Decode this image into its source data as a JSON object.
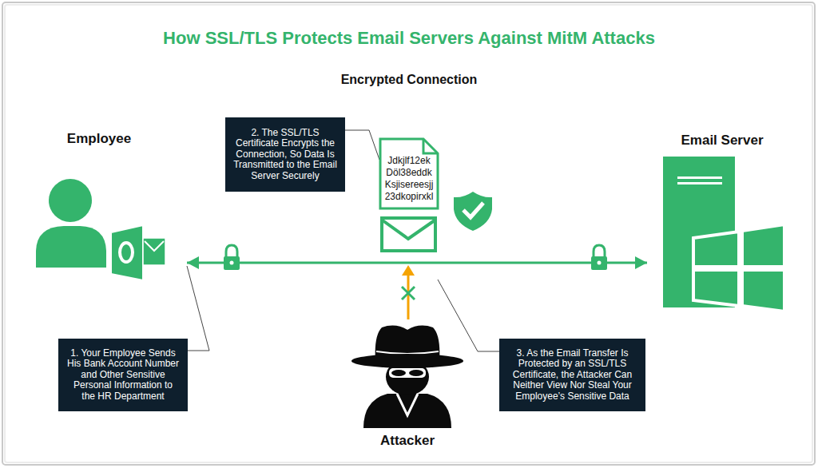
{
  "diagram": {
    "title": "How SSL/TLS Protects Email Servers Against MitM Attacks",
    "nodes": [
      {
        "text": [
          "2. The SSL/TLS Certificate Encrypts the Connection, So Data Is Transmitted to the Email Server Securely"
        ]
      },
      {
        "text": [
          "Employee"
        ]
      },
      {
        "text": [
          "Jdkjlf12ek Döl38eddk Ksjisereesjj 23dkopirxkl"
        ]
      },
      {
        "text": [
          "Email Server"
        ]
      },
      {
        "text": [
          "1. Your Employee Sends His Bank Account Number and Other Sensitive Personal Information to the HR Department"
        ]
      },
      {
        "text": [
          "3. As the Email Transfer Is Protected by an SSL/TLS Certificate, the Attacker Can Neither View Nor Steal Your Employee’s Sensitive Data"
        ]
      },
      {
        "text": [
          "Attacker"
        ]
      }
    ],
    "edges": [
      {
        "from": 1,
        "to": 3,
        "arrow": "both"
      },
      {
        "from": 0,
        "to": 2,
        "arrow": "none"
      },
      {
        "from": 4,
        "to": 1,
        "arrow": "none"
      }
    ],
    "labels": [
      "Encrypted Connection"
    ]
  }
}
